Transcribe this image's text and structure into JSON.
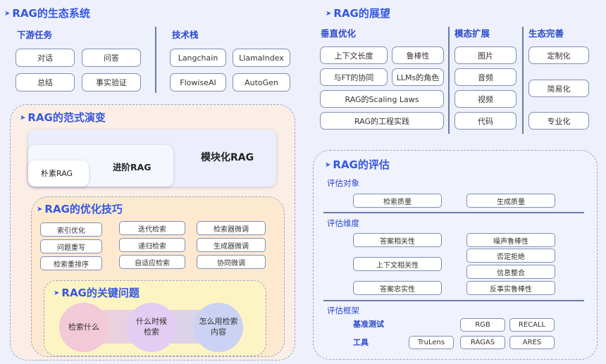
{
  "ecosystem": {
    "title": "RAG的生态系统",
    "downstream": {
      "title": "下游任务",
      "items": [
        "对话",
        "问答",
        "总结",
        "事实验证"
      ]
    },
    "techstack": {
      "title": "技术栈",
      "items": [
        "Langchain",
        "LlamaIndex",
        "FlowiseAI",
        "AutoGen"
      ]
    }
  },
  "outlook": {
    "title": "RAG的展望",
    "vertical": {
      "title": "垂直优化",
      "items": [
        "上下文长度",
        "鲁棒性",
        "与FT的协同",
        "LLMs的角色",
        "RAG的Scaling Laws",
        "RAG的工程实践"
      ]
    },
    "modality": {
      "title": "模态扩展",
      "items": [
        "图片",
        "音频",
        "视频",
        "代码"
      ]
    },
    "ecology": {
      "title": "生态完善",
      "items": [
        "定制化",
        "简易化",
        "专业化"
      ]
    }
  },
  "paradigm": {
    "title": "RAG的范式演变",
    "naive": "朴素RAG",
    "advanced": "进阶RAG",
    "modular": "模块化RAG"
  },
  "optimization": {
    "title": "RAG的优化技巧",
    "items": [
      "索引优化",
      "迭代检索",
      "检索器微调",
      "问题重写",
      "递归检索",
      "生成器微调",
      "检索重排序",
      "自适应检索",
      "协同微调"
    ]
  },
  "key_issues": {
    "title": "RAG的关键问题",
    "items": [
      "检索什么",
      "什么时候\n检索",
      "怎么用检索\n内容"
    ]
  },
  "evaluation": {
    "title": "RAG的评估",
    "target": {
      "title": "评估对象",
      "items": [
        "检索质量",
        "生成质量"
      ]
    },
    "dimension": {
      "title": "评估维度",
      "items": [
        "答案相关性",
        "上下文相关性",
        "答案忠实性",
        "噪声鲁棒性",
        "否定拒绝",
        "信息整合",
        "反事实鲁棒性"
      ]
    },
    "framework": {
      "title": "评估框架",
      "benchmark_label": "基准测试",
      "benchmarks": [
        "RGB",
        "RECALL"
      ],
      "tools_label": "工具",
      "tools": [
        "TruLens",
        "RAGAS",
        "ARES"
      ]
    }
  },
  "colors": {
    "accent": "#3557e0",
    "paradigm_bg": "#fbeee6",
    "optimization_bg": "#fde9cf",
    "keyissue_bg": "#fdf4c4"
  }
}
